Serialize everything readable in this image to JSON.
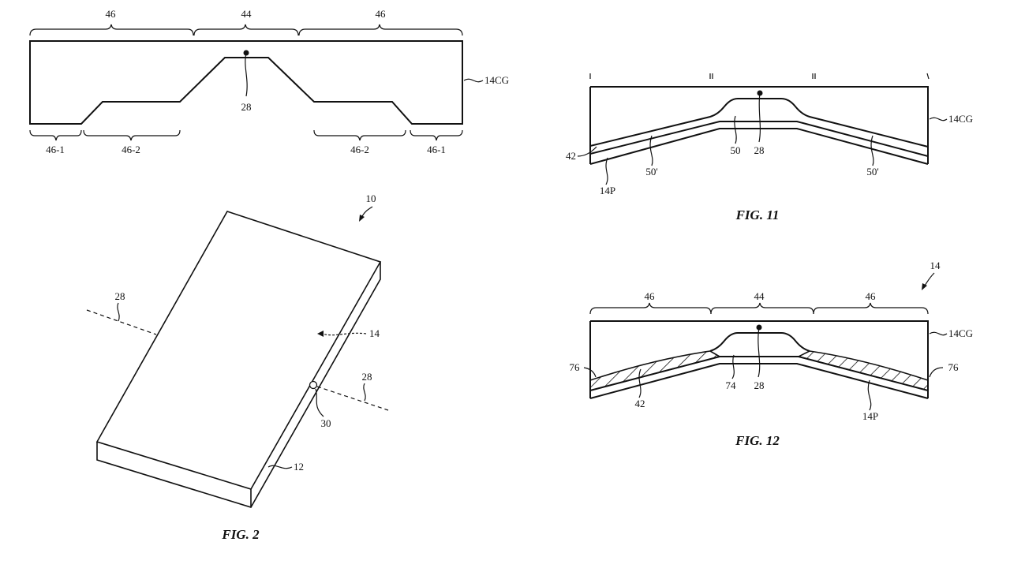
{
  "fig_top": {
    "labels": {
      "b1": "46",
      "b2": "44",
      "b3": "46",
      "c1": "46-1",
      "c2": "46-2",
      "c3": "46-2",
      "c4": "46-1",
      "axis": "28",
      "glass": "14CG"
    }
  },
  "fig2": {
    "title": "FIG. 2",
    "labels": {
      "device": "10",
      "axis_a": "28",
      "axis_b": "28",
      "display": "14",
      "hinge": "30",
      "housing": "12"
    }
  },
  "fig11": {
    "title": "FIG. 11",
    "labels": {
      "glass": "14CG",
      "adhesive": "42",
      "panel": "14P",
      "region_center": "50",
      "axis": "28",
      "region_left": "50'",
      "region_right": "50'"
    }
  },
  "fig12": {
    "title": "FIG. 12",
    "labels": {
      "device": "14",
      "b1": "46",
      "b2": "44",
      "b3": "46",
      "glass": "14CG",
      "edge_left": "76",
      "edge_right": "76",
      "center": "74",
      "axis": "28",
      "adhesive": "42",
      "panel": "14P"
    }
  }
}
